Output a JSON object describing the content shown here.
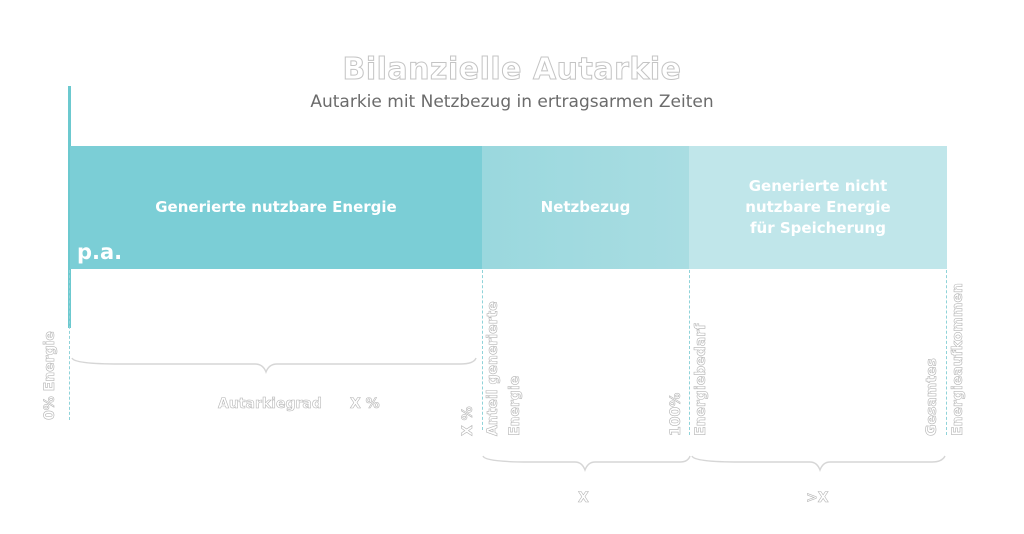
{
  "title": "Bilanzielle Autarkie",
  "subtitle": "Autarkie mit Netzbezug in ertragsarmen Zeiten",
  "segments": [
    {
      "label": "Generierte nutzbare Energie"
    },
    {
      "label": "Netzbezug"
    },
    {
      "label": "Generierte nicht nutzbare Energie für Speicherung"
    }
  ],
  "pa_label": "p.a.",
  "markers": {
    "zero": "0% Energie",
    "xpct": "X %",
    "anteil_line1": "Anteil generierte",
    "anteil_line2": "Energie",
    "hundred": "100%",
    "bedarf": "Energiebedarf",
    "gesamtes": "Gesamtes",
    "aufkommen": "Energieaufkommen"
  },
  "brace_labels": {
    "autarkiegrad": "Autarkiegrad",
    "autarkiegrad_value": "X %",
    "x": "X",
    "gx": ">X"
  },
  "colors": {
    "accent": "#6cc9cf",
    "seg1": "#7bced6",
    "seg2": "#a3dbe0",
    "seg3": "#c0e6ea"
  }
}
